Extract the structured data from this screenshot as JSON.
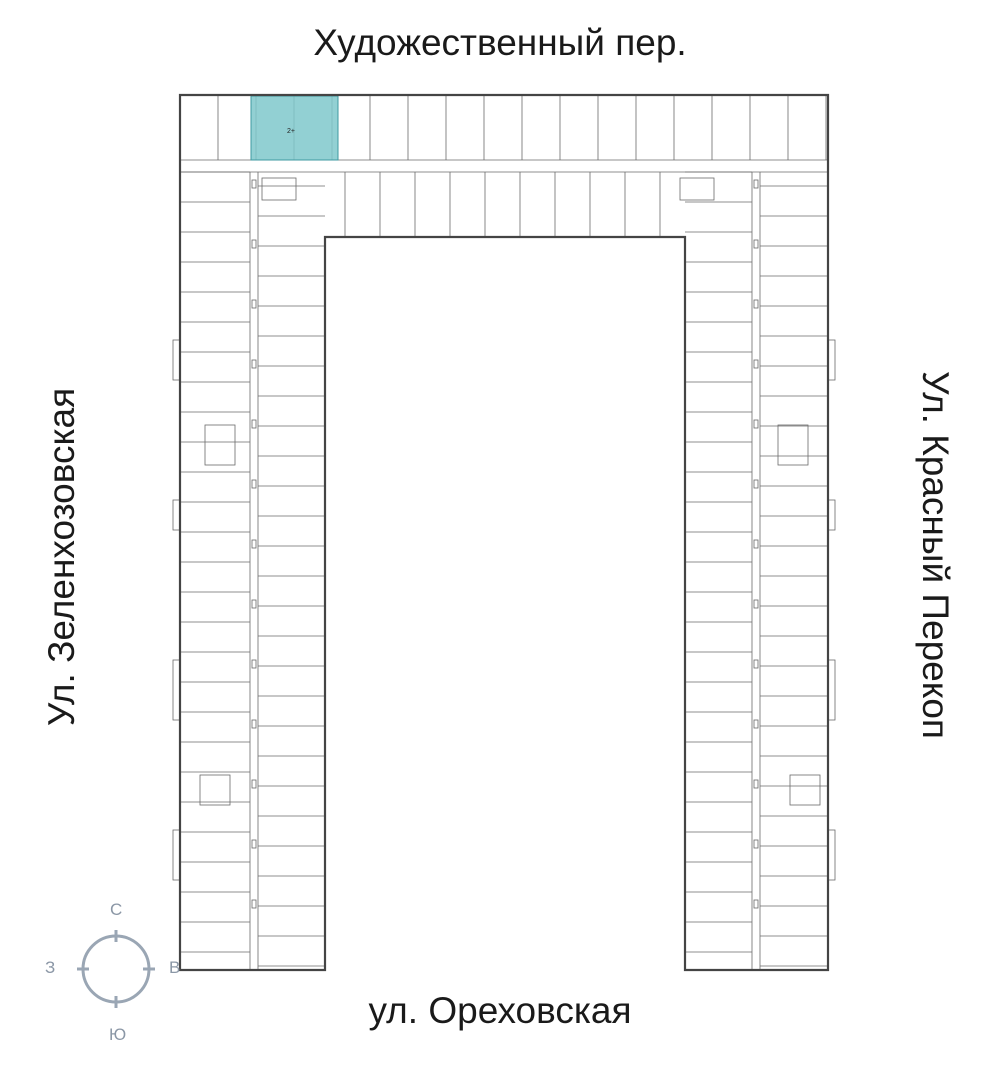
{
  "streets": {
    "top": "Художественный пер.",
    "left": "Ул. Зеленхозовская",
    "right": "Ул. Красный Перекоп",
    "bottom": "ул. Ореховская"
  },
  "compass": {
    "north": "С",
    "south": "Ю",
    "west": "З",
    "east": "В"
  },
  "highlighted_unit": {
    "label": "2+",
    "color": "#7fc8cb"
  },
  "colors": {
    "wall": "#555555",
    "compass": "#8b97a6"
  }
}
